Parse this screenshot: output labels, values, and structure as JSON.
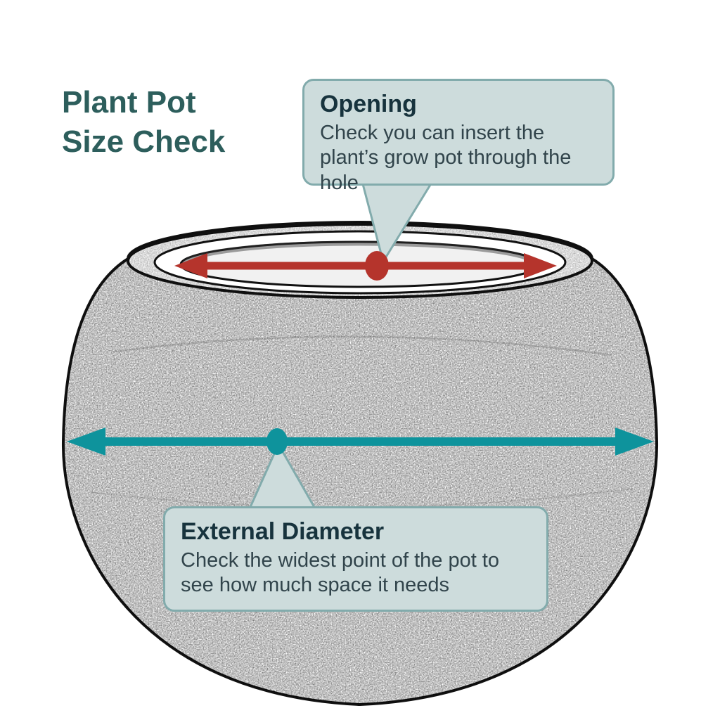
{
  "title": {
    "line1": "Plant Pot",
    "line2": "Size Check"
  },
  "callouts": {
    "opening": {
      "heading": "Opening",
      "body": "Check you can insert the plant’s grow pot through the hole"
    },
    "external_diameter": {
      "heading": "External Diameter",
      "body": "Check the widest point of the pot to see how much space it needs"
    }
  },
  "colors": {
    "title_text": "#2d5e5c",
    "callout_background": "#cddcdc",
    "callout_border": "#82abac",
    "callout_heading_text": "#17333d",
    "callout_body_text": "#31444b",
    "opening_arrow": "#b5342c",
    "diameter_arrow": "#0e939c",
    "pot_outline": "#111111"
  },
  "measurements": {
    "opening": {
      "label": "Opening",
      "arrow_color": "#b5342c"
    },
    "external_diameter": {
      "label": "External Diameter",
      "arrow_color": "#0e939c"
    }
  }
}
